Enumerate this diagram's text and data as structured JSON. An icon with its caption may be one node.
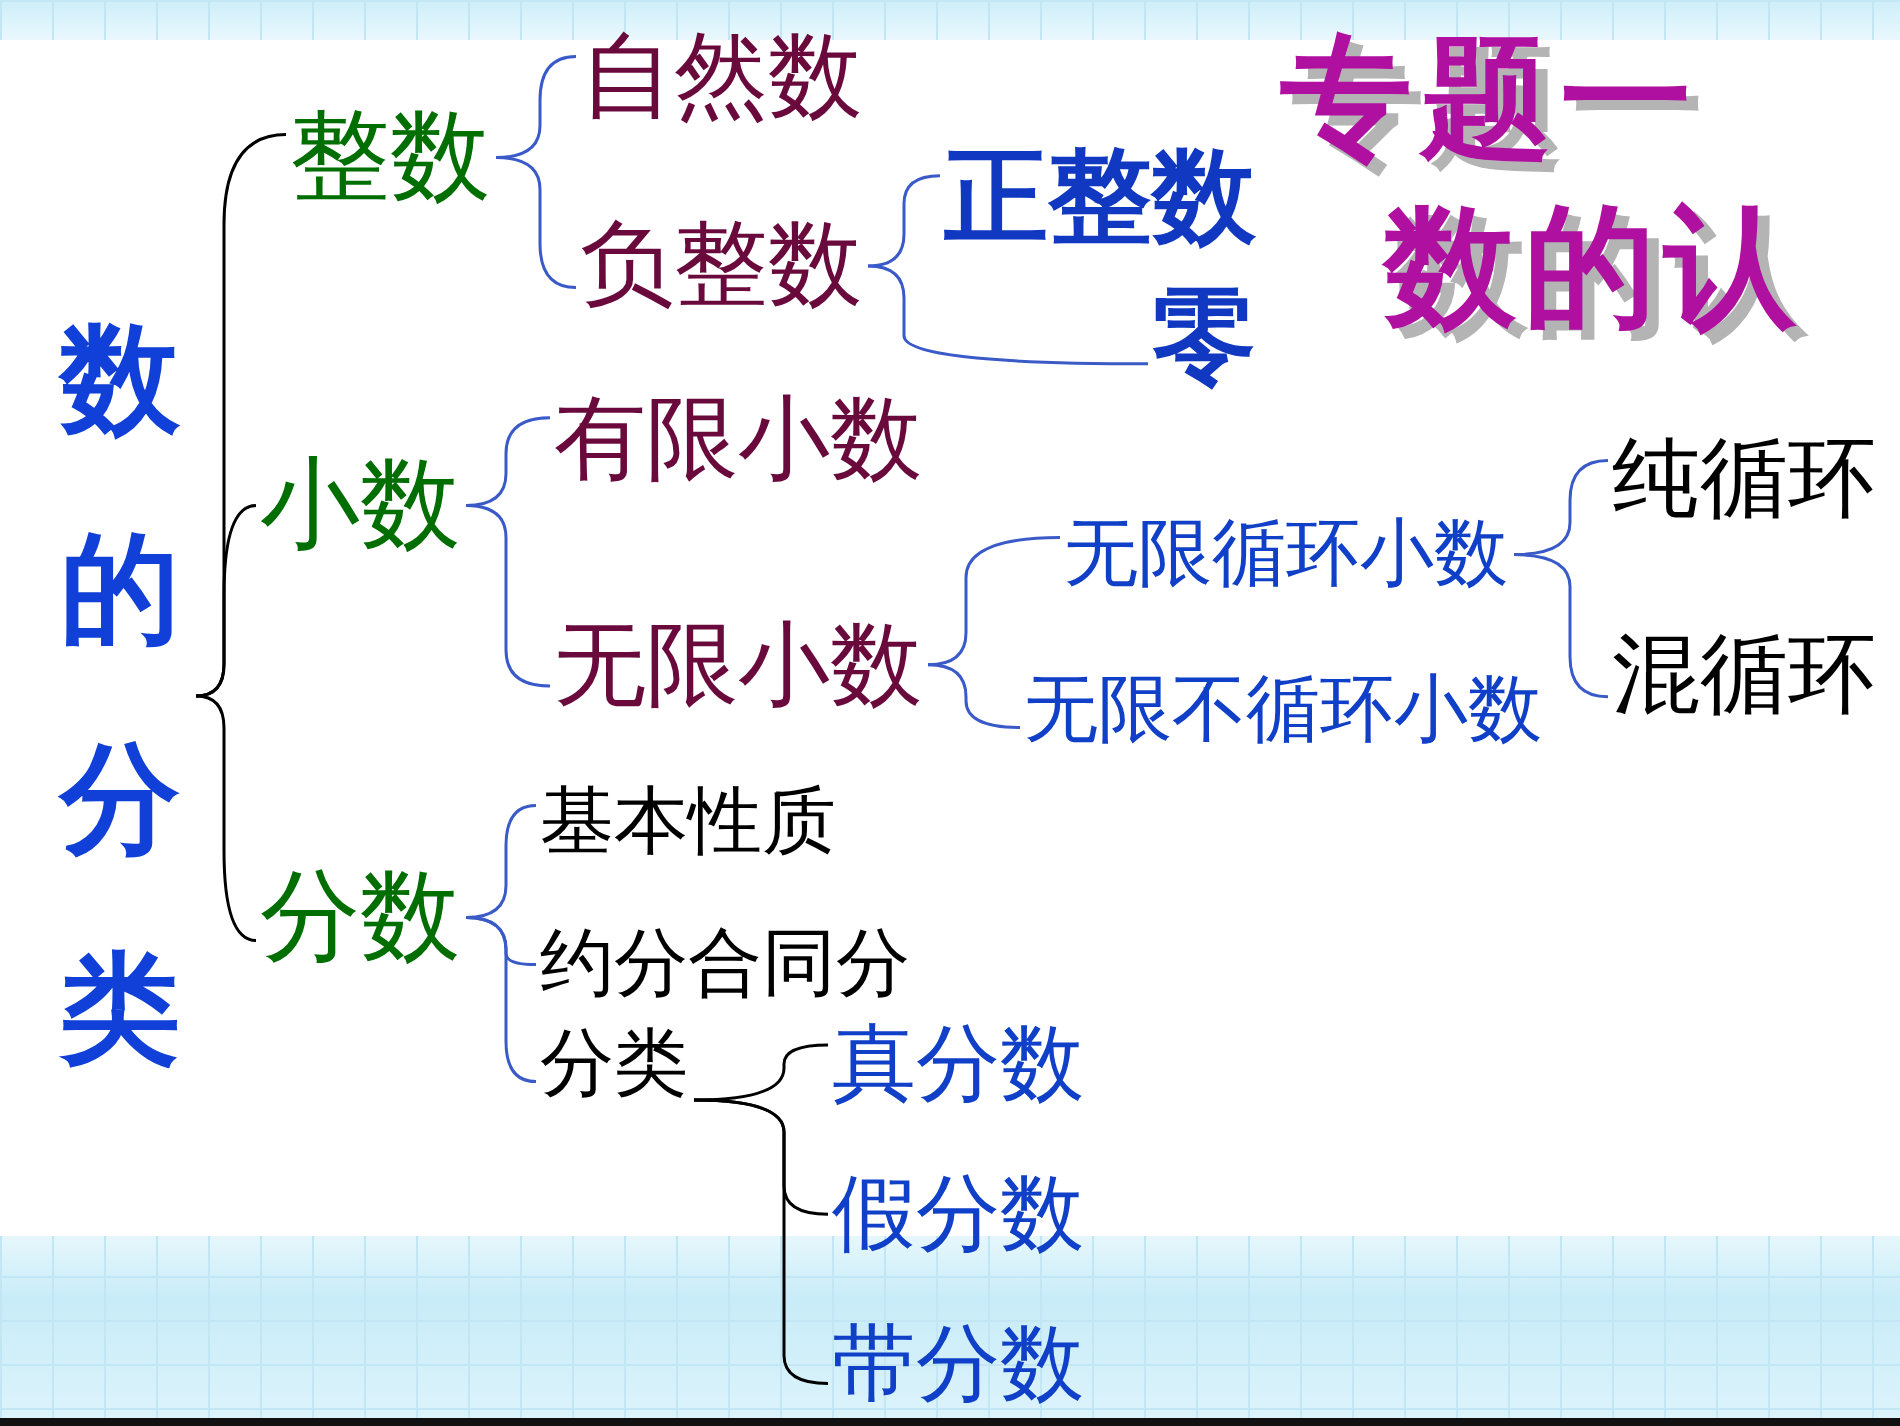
{
  "diagram": {
    "title": "专题一数的认",
    "nodes": [
      {
        "text": [
          "数的分类"
        ]
      },
      {
        "text": [
          "整数"
        ]
      },
      {
        "text": [
          "小数"
        ]
      },
      {
        "text": [
          "分数"
        ]
      },
      {
        "text": [
          "自然数"
        ]
      },
      {
        "text": [
          "负整数"
        ]
      },
      {
        "text": [
          "正整数"
        ]
      },
      {
        "text": [
          "零"
        ]
      },
      {
        "text": [
          "有限小数"
        ]
      },
      {
        "text": [
          "无限小数"
        ]
      },
      {
        "text": [
          "无限循环小数"
        ]
      },
      {
        "text": [
          "无限不循环小数"
        ]
      },
      {
        "text": [
          "纯循环"
        ]
      },
      {
        "text": [
          "混循环"
        ]
      },
      {
        "text": [
          "基本性质"
        ]
      },
      {
        "text": [
          "约分合同分"
        ]
      },
      {
        "text": [
          "分类"
        ]
      },
      {
        "text": [
          "真分数"
        ]
      },
      {
        "text": [
          "假分数"
        ]
      },
      {
        "text": [
          "带分数"
        ]
      }
    ],
    "edges": [
      {
        "from": 0,
        "to": 1,
        "arrow": "none",
        "color": "#000000"
      },
      {
        "from": 0,
        "to": 2,
        "arrow": "none",
        "color": "#000000"
      },
      {
        "from": 0,
        "to": 3,
        "arrow": "none",
        "color": "#000000"
      },
      {
        "from": 1,
        "to": 4,
        "arrow": "none"
      },
      {
        "from": 1,
        "to": 5,
        "arrow": "none"
      },
      {
        "from": 5,
        "to": 6,
        "arrow": "none"
      },
      {
        "from": 5,
        "to": 7,
        "arrow": "none"
      },
      {
        "from": 2,
        "to": 8,
        "arrow": "none"
      },
      {
        "from": 2,
        "to": 9,
        "arrow": "none"
      },
      {
        "from": 9,
        "to": 10,
        "arrow": "none"
      },
      {
        "from": 9,
        "to": 11,
        "arrow": "none"
      },
      {
        "from": 10,
        "to": 12,
        "arrow": "none"
      },
      {
        "from": 10,
        "to": 13,
        "arrow": "none"
      },
      {
        "from": 3,
        "to": 14,
        "arrow": "none"
      },
      {
        "from": 3,
        "to": 15,
        "arrow": "none"
      },
      {
        "from": 3,
        "to": 16,
        "arrow": "none"
      },
      {
        "from": 16,
        "to": 17,
        "arrow": "none",
        "color": "#000000"
      },
      {
        "from": 16,
        "to": 18,
        "arrow": "none",
        "color": "#000000"
      },
      {
        "from": 16,
        "to": 19,
        "arrow": "none",
        "color": "#000000"
      }
    ]
  }
}
